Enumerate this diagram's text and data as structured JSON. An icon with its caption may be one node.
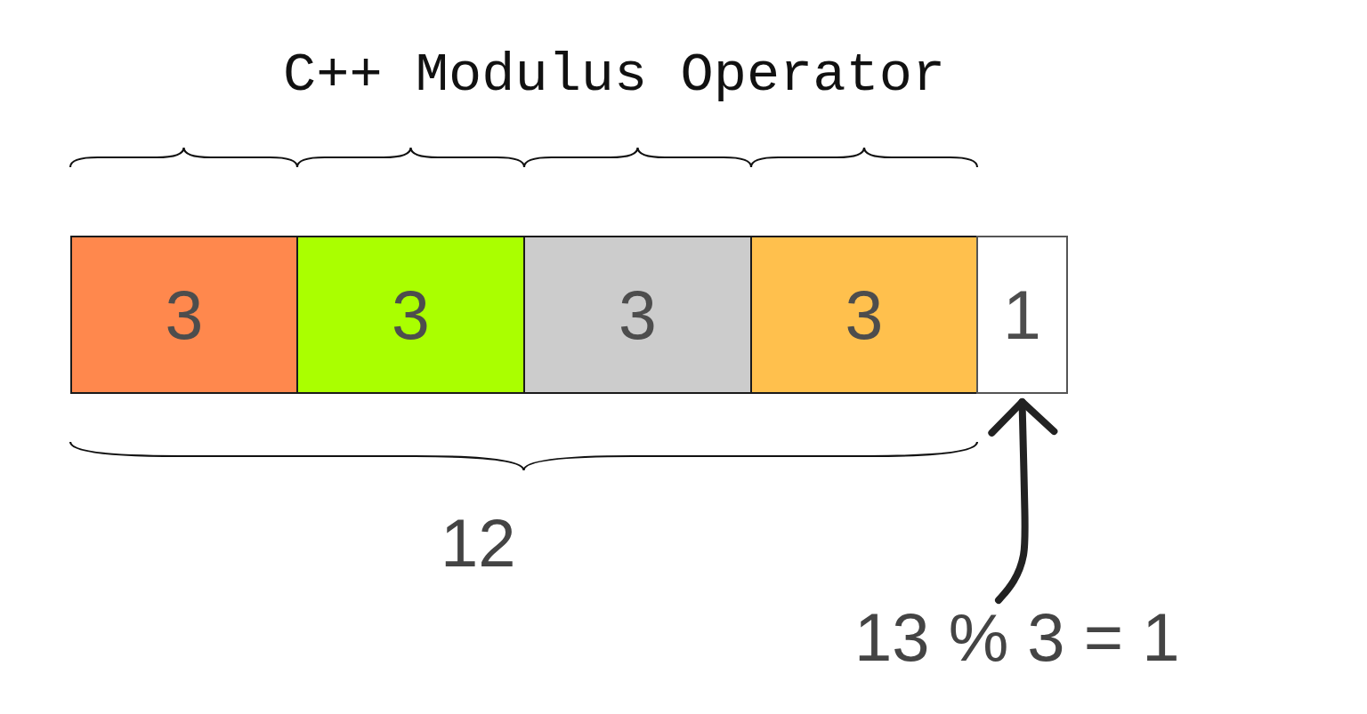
{
  "diagram": {
    "title": "C++ Modulus Operator",
    "nodes": [
      {
        "text": [
          "3"
        ]
      },
      {
        "text": [
          "3"
        ]
      },
      {
        "text": [
          "3"
        ]
      },
      {
        "text": [
          "3"
        ]
      },
      {
        "text": [
          "1"
        ]
      },
      {
        "text": [
          "13 % 3 = 1"
        ]
      }
    ],
    "edges": [
      {
        "from": 5,
        "to": 4,
        "arrow": "to"
      }
    ],
    "labels": [
      "12"
    ]
  }
}
